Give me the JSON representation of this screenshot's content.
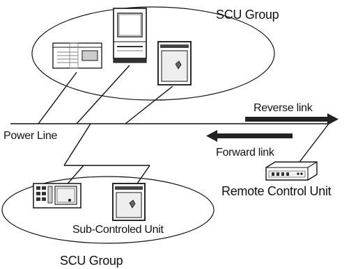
{
  "labels": {
    "scu_group_top": "SCU Group",
    "scu_group_bottom": "SCU Group",
    "power_line": "Power Line",
    "reverse_link": "Reverse link",
    "forward_link": "Forward link",
    "remote_control_unit": "Remote Control Unit",
    "sub_controlled_unit": "Sub-Controled Unit"
  },
  "colors": {
    "stroke": "#111111",
    "arrow": "#222222",
    "background": "#ffffff"
  },
  "icons": {
    "top_group": [
      "panel-device-icon",
      "monitor-device-icon",
      "washer-device-icon"
    ],
    "bottom_group": [
      "control-panel-device-icon",
      "washer-device-icon"
    ],
    "rcu": "remote-control-unit-icon"
  }
}
